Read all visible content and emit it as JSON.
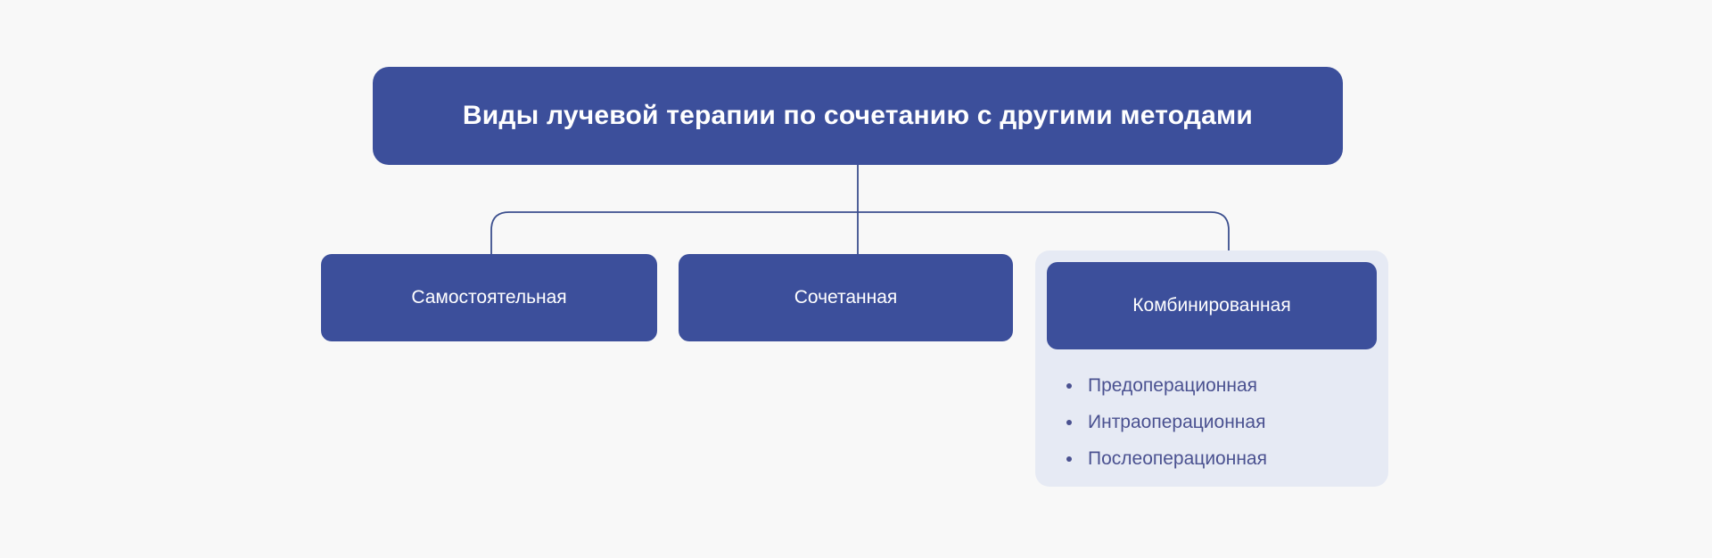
{
  "diagram": {
    "type": "hierarchy-tree",
    "background_color": "#f8f8f8",
    "node_color": "#3c4f9b",
    "card_color": "#e6eaf4",
    "connector_color": "#3c4f8e",
    "node_text_color": "#ffffff",
    "list_text_color": "#4a5190",
    "root": {
      "label": "Виды лучевой терапии по сочетанию с другими методами"
    },
    "children": [
      {
        "label": "Самостоятельная"
      },
      {
        "label": "Сочетанная"
      },
      {
        "label": "Комбинированная",
        "items": [
          "Предоперационная",
          "Интраоперационная",
          "Послеоперационная"
        ]
      }
    ]
  }
}
